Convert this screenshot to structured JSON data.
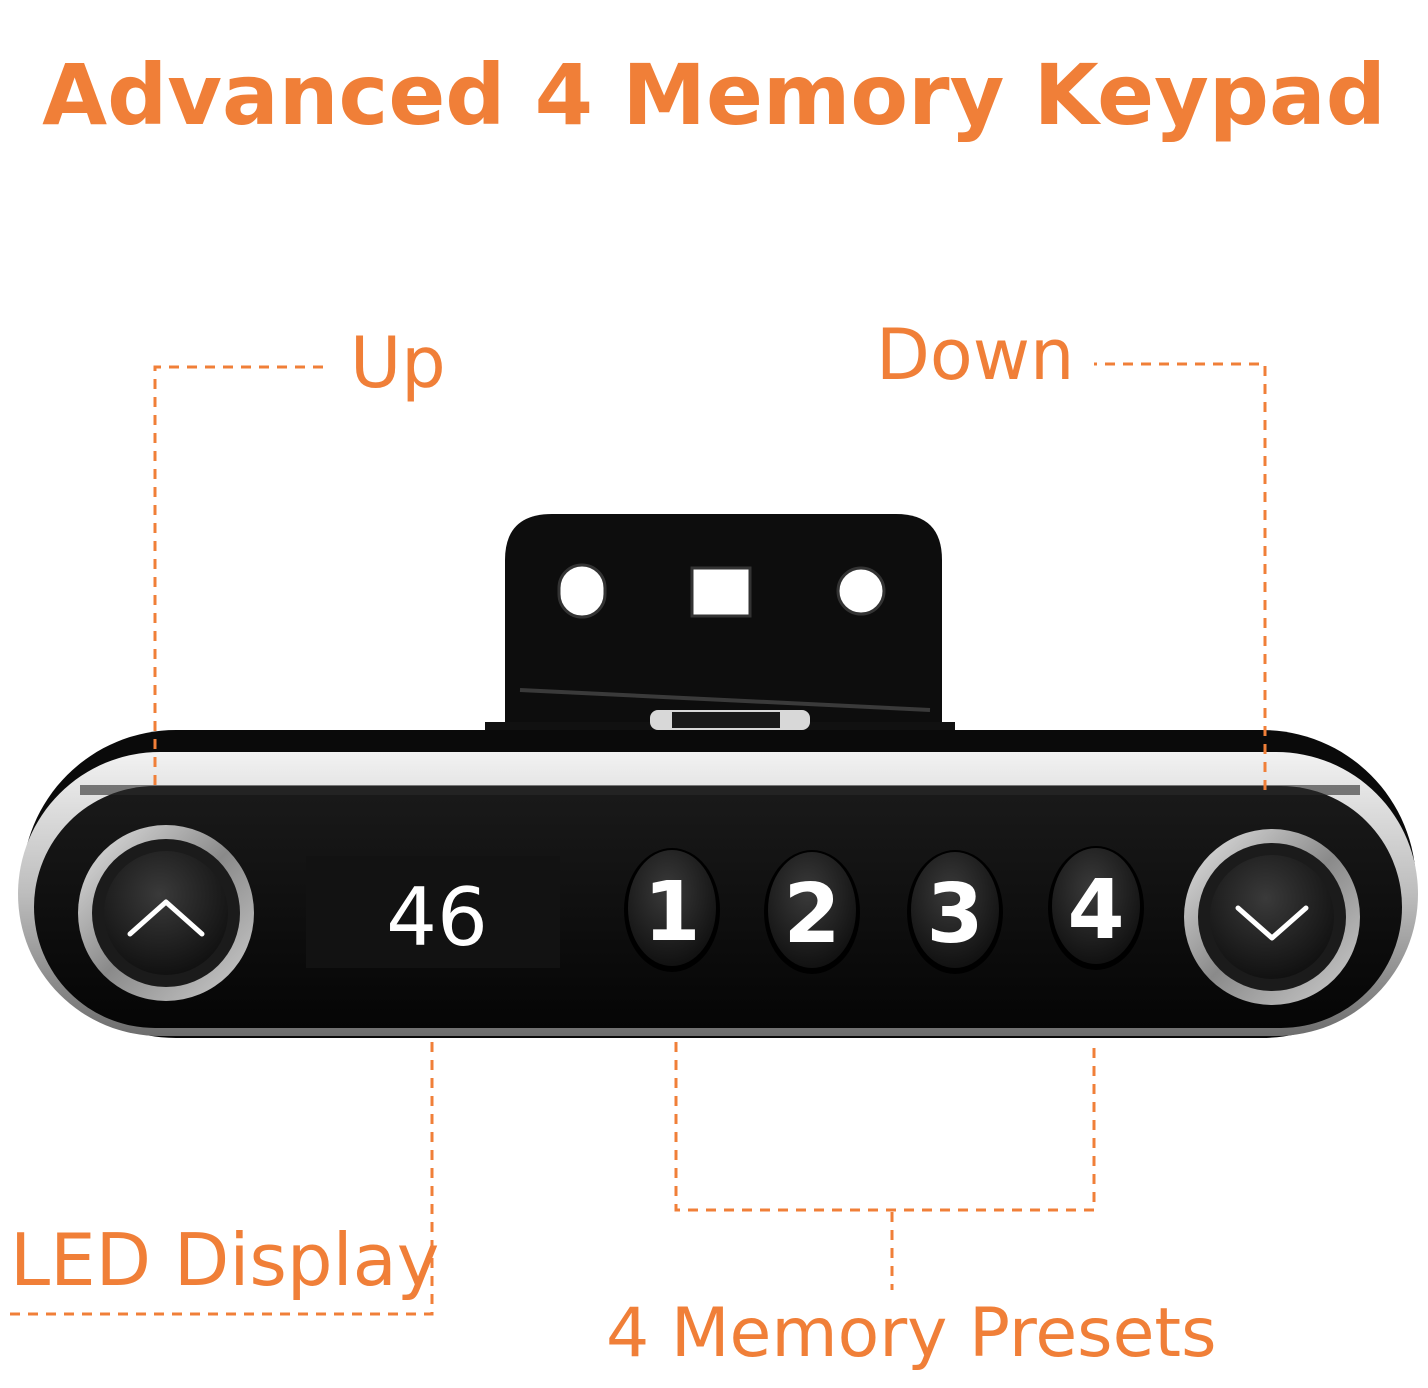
{
  "title": "Advanced 4 Memory Keypad",
  "labels": {
    "up": "Up",
    "down": "Down",
    "led_display": "LED Display",
    "memory_presets": "4 Memory Presets"
  },
  "keypad": {
    "display_value": "46",
    "preset_buttons": [
      "1",
      "2",
      "3",
      "4"
    ],
    "up_icon": "chevron-up-icon",
    "down_icon": "chevron-down-icon"
  },
  "colors": {
    "accent": "#f07f38",
    "body": "#0b0b0b",
    "display_text": "#ffffff"
  }
}
